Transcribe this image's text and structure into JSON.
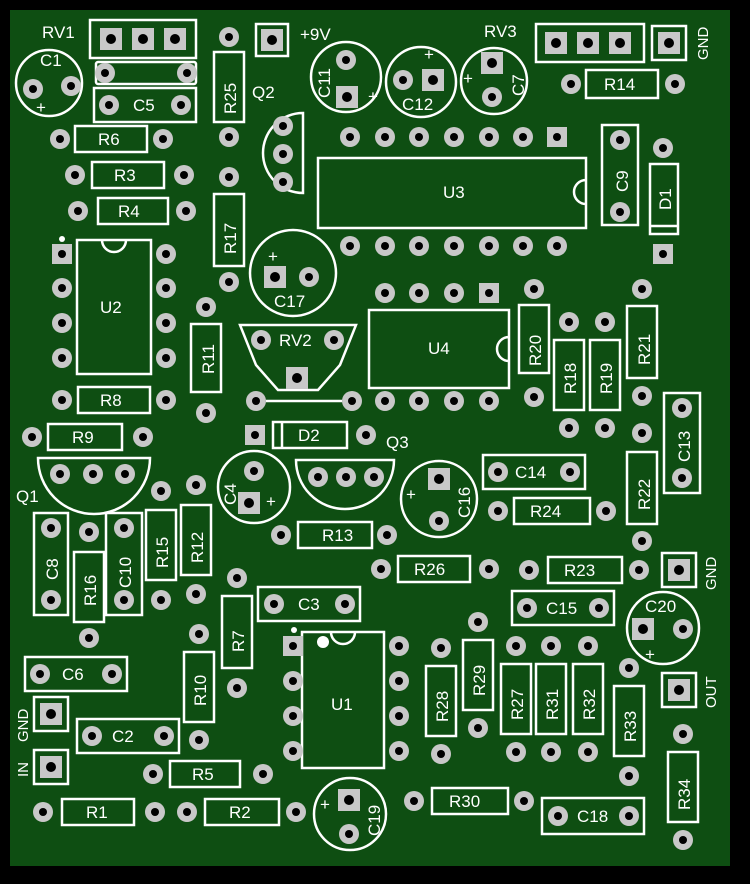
{
  "colors": {
    "board": "#0e4e12",
    "silk": "#ffffff",
    "pad": "#c8c8c8",
    "background": "#000000"
  },
  "labels": {
    "rv1": "RV1",
    "rv2": "RV2",
    "rv3": "RV3",
    "plus9v": "+9V",
    "gnd": "GND",
    "in": "IN",
    "out": "OUT",
    "c1": "C1",
    "c2": "C2",
    "c3": "C3",
    "c4": "C4",
    "c5": "C5",
    "c6": "C6",
    "c7": "C7",
    "c8": "C8",
    "c9": "C9",
    "c10": "C10",
    "c11": "C11",
    "c12": "C12",
    "c13": "C13",
    "c14": "C14",
    "c15": "C15",
    "c16": "C16",
    "c17": "C17",
    "c18": "C18",
    "c19": "C19",
    "c20": "C20",
    "r1": "R1",
    "r2": "R2",
    "r3": "R3",
    "r4": "R4",
    "r5": "R5",
    "r6": "R6",
    "r7": "R7",
    "r8": "R8",
    "r9": "R9",
    "r10": "R10",
    "r11": "R11",
    "r12": "R12",
    "r13": "R13",
    "r14": "R14",
    "r15": "R15",
    "r16": "R16",
    "r17": "R17",
    "r18": "R18",
    "r19": "R19",
    "r20": "R20",
    "r21": "R21",
    "r22": "R22",
    "r23": "R23",
    "r24": "R24",
    "r25": "R25",
    "r26": "R26",
    "r27": "R27",
    "r28": "R28",
    "r29": "R29",
    "r30": "R30",
    "r31": "R31",
    "r32": "R32",
    "r33": "R33",
    "r34": "R34",
    "q1": "Q1",
    "q2": "Q2",
    "q3": "Q3",
    "u1": "U1",
    "u2": "U2",
    "u3": "U3",
    "u4": "U4",
    "d1": "D1",
    "d2": "D2",
    "plus": "+"
  }
}
